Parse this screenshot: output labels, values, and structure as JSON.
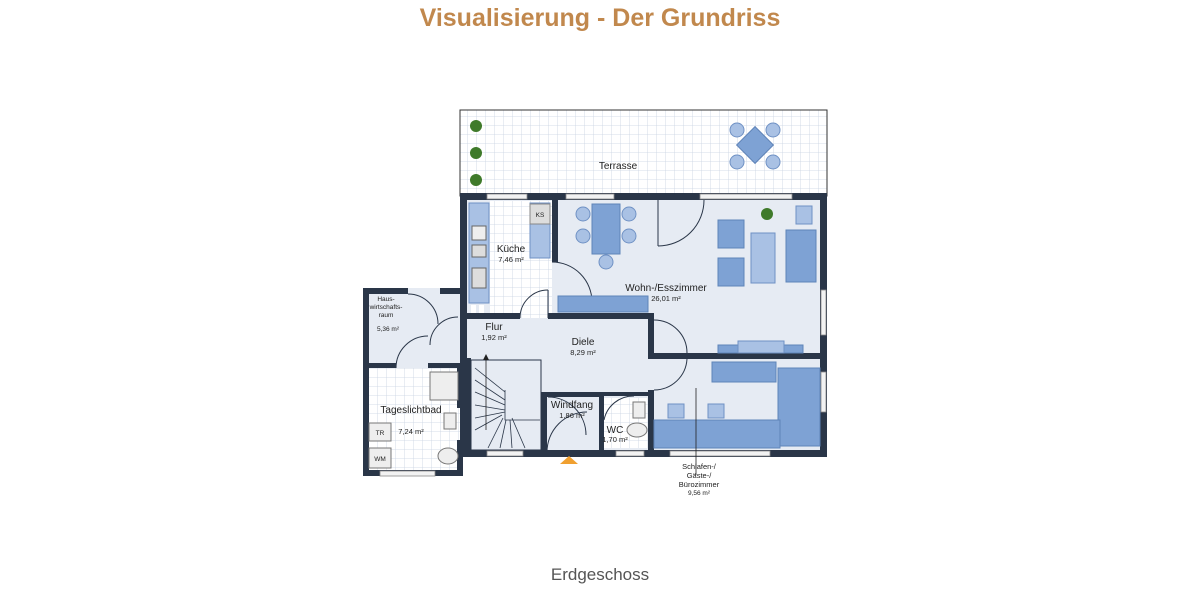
{
  "header": {
    "title": "Visualisierung - Der Grundriss"
  },
  "floor_label": "Erdgeschoss",
  "colors": {
    "title": "#c1884d",
    "walls": "#2a3648",
    "floor": "#e6ebf3",
    "furniture": "#7ea2d4",
    "entrance_marker": "#f0a030"
  },
  "rooms": {
    "terrasse": {
      "name": "Terrasse"
    },
    "kueche": {
      "name": "Küche",
      "area": "7,46 m²"
    },
    "wohn": {
      "name": "Wohn-/Esszimmer",
      "area": "26,01 m²"
    },
    "hwr": {
      "name_1": "Haus-",
      "name_2": "wirtschafts-",
      "name_3": "raum",
      "area": "5,36 m²"
    },
    "flur": {
      "name": "Flur",
      "area": "1,92 m²"
    },
    "diele": {
      "name": "Diele",
      "area": "8,29 m²"
    },
    "bad": {
      "name": "Tageslichtbad",
      "area": "7,24 m²"
    },
    "windfang": {
      "name": "Windfang",
      "area": "1,86 m²"
    },
    "wc": {
      "name": "WC",
      "area": "1,70 m²"
    },
    "schlafen": {
      "name_1": "Schlafen-/",
      "name_2": "Gäste-/",
      "name_3": "Bürozimmer",
      "area": "9,56 m²"
    }
  },
  "appliances": {
    "fridge": "KS",
    "dryer": "TR",
    "washer": "WM"
  }
}
